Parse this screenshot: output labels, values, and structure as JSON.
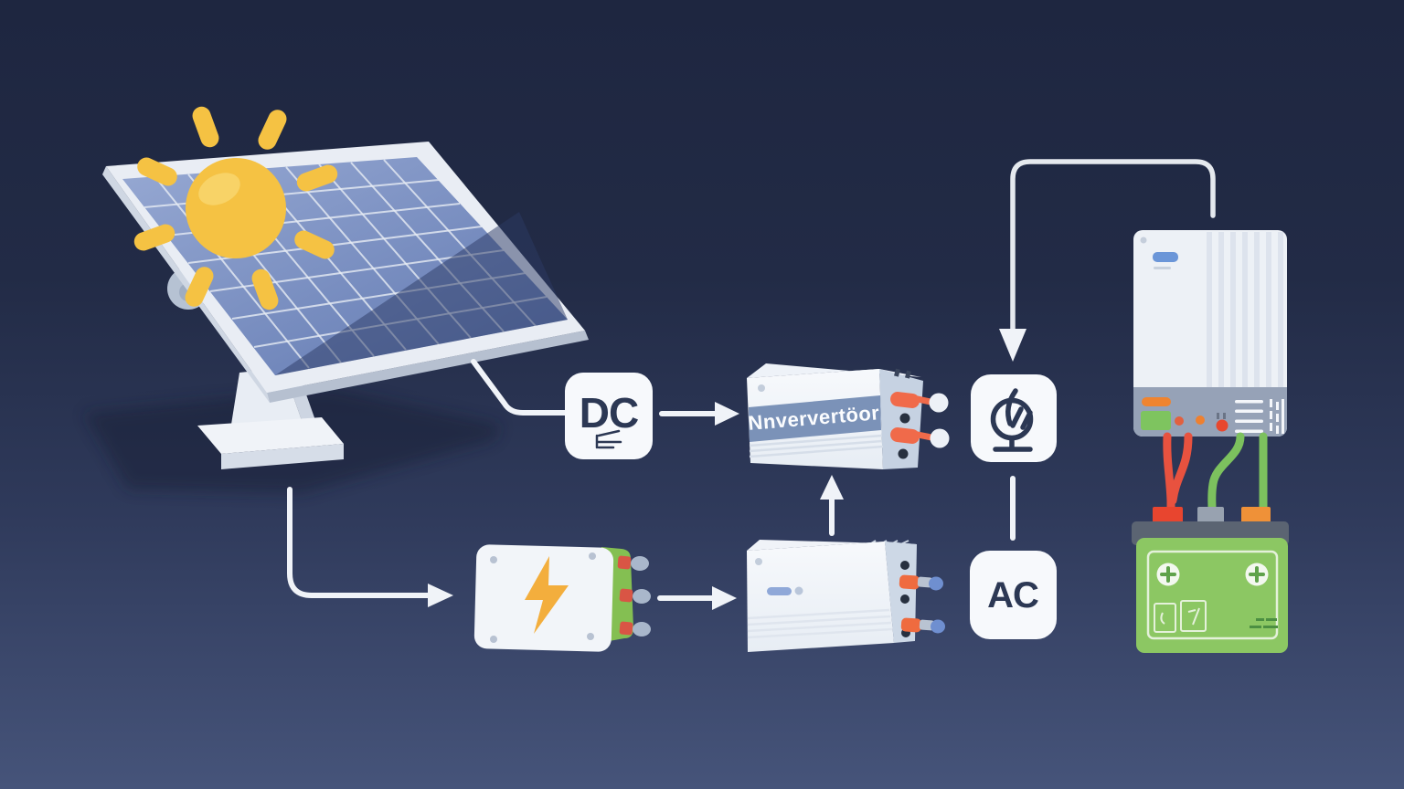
{
  "labels": {
    "dc": "DC",
    "ac": "AC",
    "inverter_box": "Nnververtöor"
  },
  "icons": {
    "sun": "sun-icon",
    "lightning_bolt": "lightning-bolt-icon",
    "power_symbol": "power-symbol-icon",
    "dc_symbol": "dc-symbol-icon",
    "battery_plus_left": "plus-terminal-icon",
    "battery_plus_right": "plus-terminal-icon"
  },
  "colors": {
    "background_top": "#1f2840",
    "background_bottom": "#46547a",
    "sun_yellow": "#f5c243",
    "panel_blue": "#7e93c0",
    "badge_white": "#f7f9fc",
    "label_navy": "#2c3854",
    "inverter_band_blue": "#7b92b8",
    "connector_orange": "#f06a4a",
    "accent_green": "#84bf52",
    "battery_green": "#8cc763",
    "bolt_yellow": "#f3ae3d",
    "wire_red": "#e8523f",
    "wire_green": "#7cc15e",
    "terminal_red": "#e8452f",
    "terminal_gray": "#98a2b0",
    "terminal_orange": "#ef9138",
    "arrow_white": "#f0f3f8"
  }
}
